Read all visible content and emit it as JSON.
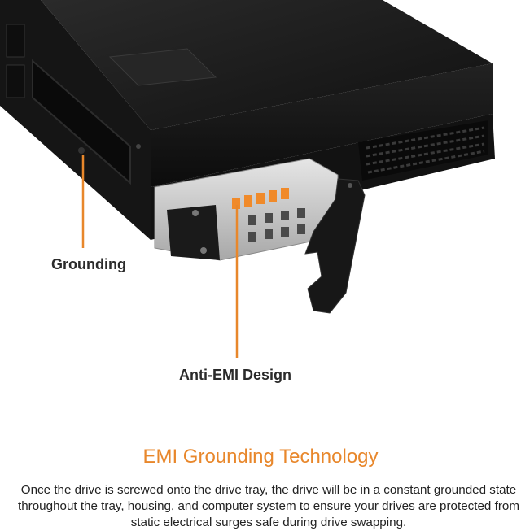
{
  "callouts": {
    "grounding": "Grounding",
    "anti_emi": "Anti-EMI Design"
  },
  "section": {
    "title": "EMI Grounding Technology",
    "body": "Once the drive is screwed onto the drive tray, the drive will be in a constant grounded state throughout the tray, housing, and computer system to ensure your drives are protected from static electrical surges safe during drive swapping."
  },
  "colors": {
    "accent": "#e8872b",
    "enclosure": "#1b1b1b",
    "tray_metal": "#cfcfcf"
  }
}
